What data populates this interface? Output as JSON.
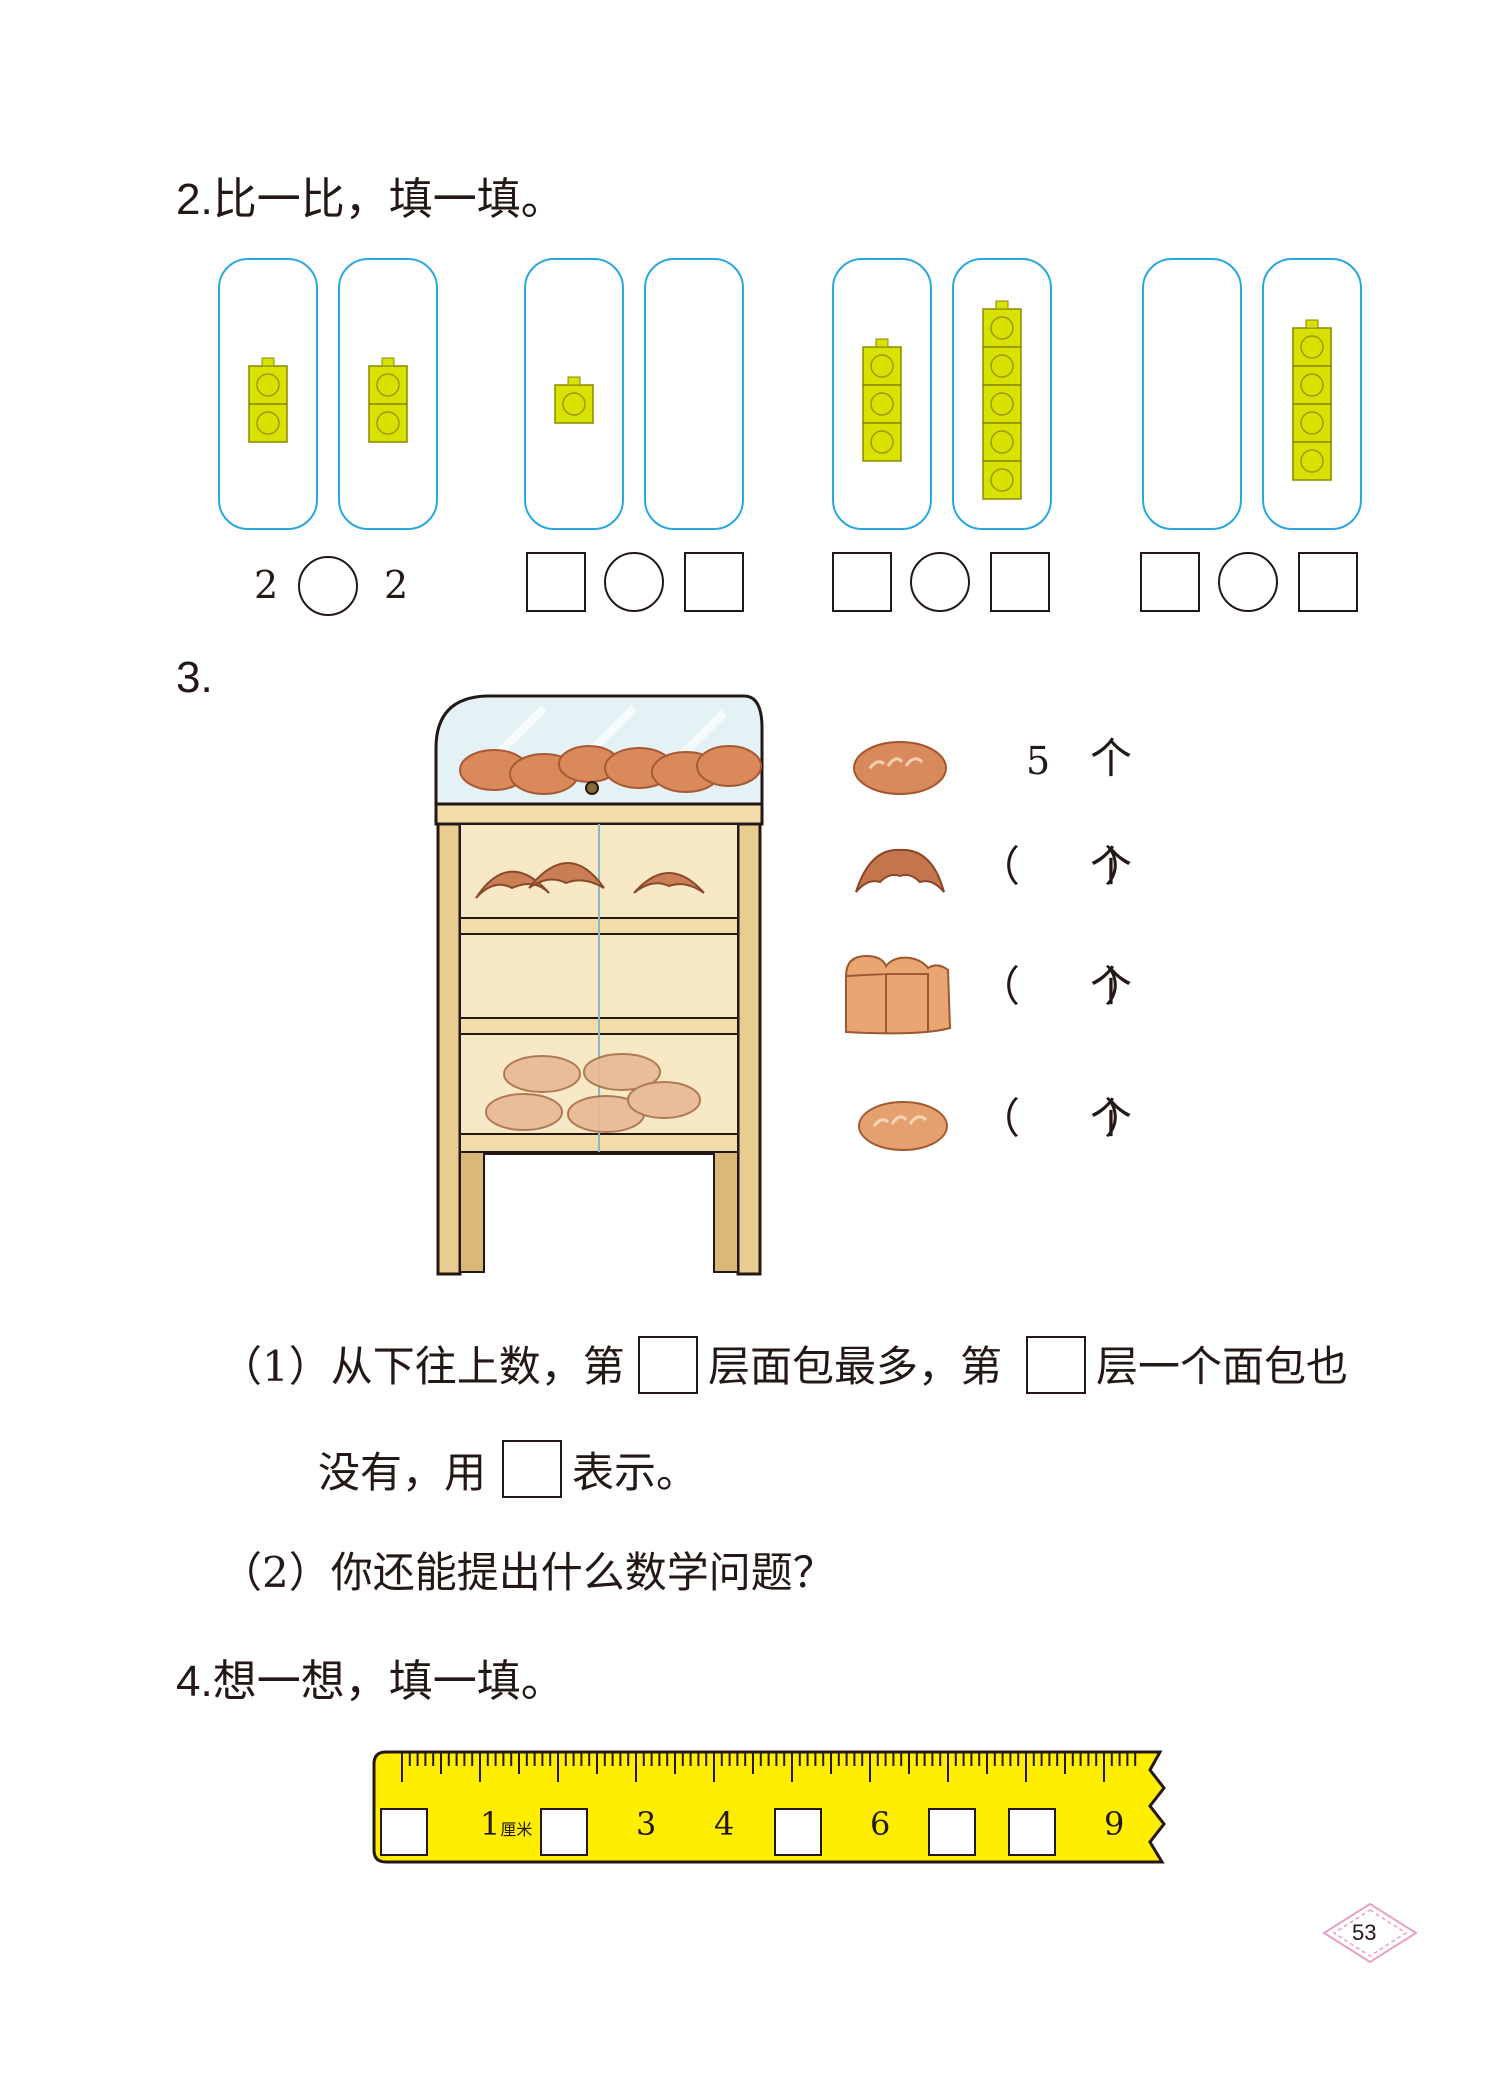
{
  "q2": {
    "number": "2.",
    "title": "比一比，填一填。",
    "groups": [
      {
        "left": "2",
        "relation": "",
        "right": "2",
        "left_cubes": 2,
        "right_cubes": 2
      },
      {
        "left": "",
        "relation": "",
        "right": "",
        "left_cubes": 1,
        "right_cubes": 0
      },
      {
        "left": "",
        "relation": "",
        "right": "",
        "left_cubes": 3,
        "right_cubes": 5
      },
      {
        "left": "",
        "relation": "",
        "right": "",
        "left_cubes": 0,
        "right_cubes": 4
      }
    ]
  },
  "q3": {
    "number": "3.",
    "counts": [
      {
        "item": "bread-loaf-icon",
        "value": "5",
        "unit": "个"
      },
      {
        "item": "croissant-icon",
        "value": "（　　）",
        "unit": "个"
      },
      {
        "item": "toast-bread-icon",
        "value": "（　　）",
        "unit": "个"
      },
      {
        "item": "roll-bread-icon",
        "value": "（　　）",
        "unit": "个"
      }
    ],
    "sub1_label": "（1）",
    "sub1_part_a": "从下往上数，第",
    "sub1_part_b": "层面包最多，第",
    "sub1_part_c": "层一个面包也",
    "sub1_part_d": "没有，用",
    "sub1_part_e": "表示。",
    "sub2_label": "（2）",
    "sub2_text": "你还能提出什么数学问题？"
  },
  "q4": {
    "number": "4.",
    "title": "想一想，填一填。",
    "ruler_numbers": [
      "1",
      "3",
      "4",
      "6",
      "9"
    ],
    "ruler_unit": "厘米"
  },
  "page_number": "53",
  "colors": {
    "card_border": "#29a8e0",
    "cube": "#d7e200",
    "ruler": "#ffee00",
    "page_num_pink": "#e8a0c8"
  }
}
